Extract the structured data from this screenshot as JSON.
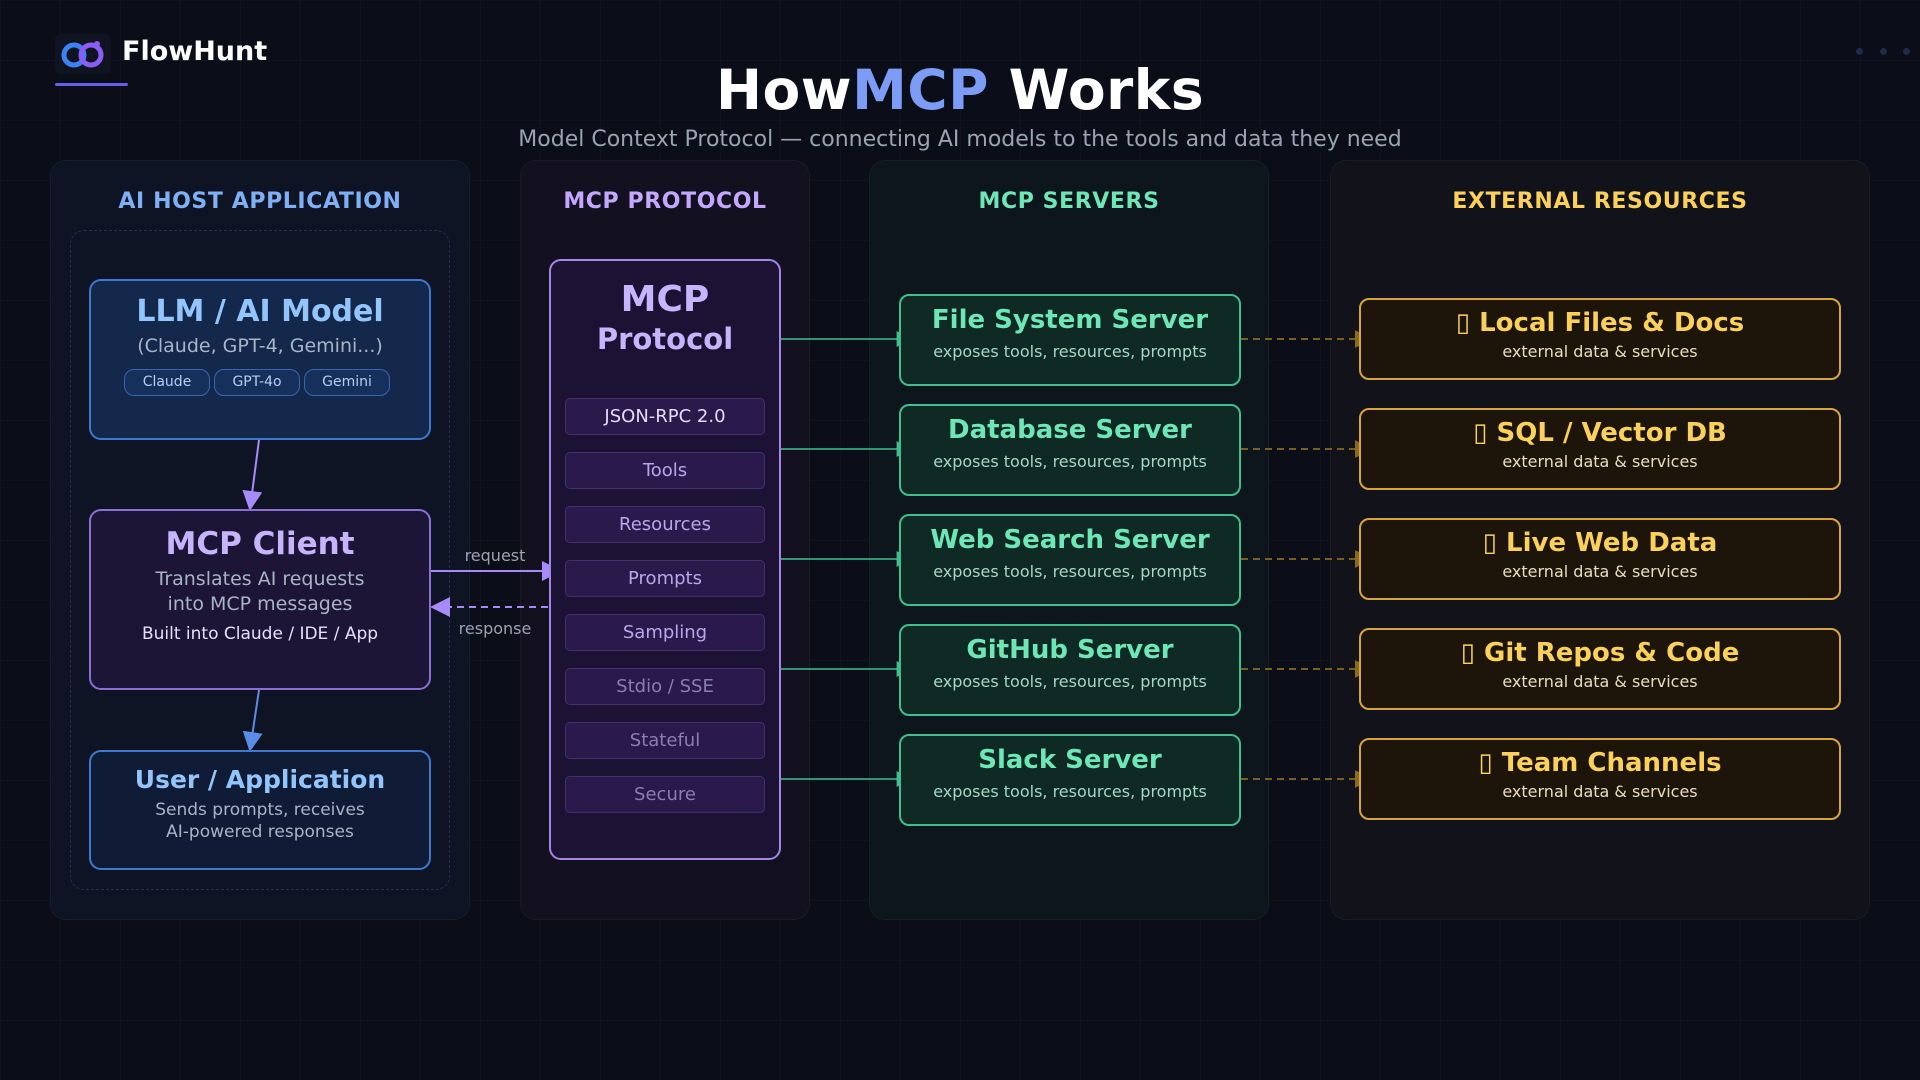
{
  "brand": {
    "name": "FlowHunt",
    "logo_icon": "flowhunt-logo-icon"
  },
  "header": {
    "title_pre": "How",
    "title_hl": "MCP",
    "title_post": " Works",
    "subtitle": "Model Context Protocol — connecting AI models to the tools and data they need"
  },
  "columns": {
    "host": "AI HOST APPLICATION",
    "protocol": "MCP PROTOCOL",
    "servers": "MCP SERVERS",
    "resources": "EXTERNAL RESOURCES"
  },
  "host": {
    "llm": {
      "title": "LLM / AI Model",
      "subtitle": "(Claude, GPT-4, Gemini...)",
      "chips": [
        "Claude",
        "GPT-4o",
        "Gemini"
      ]
    },
    "client": {
      "title": "MCP Client",
      "line1": "Translates AI requests",
      "line2": "into MCP messages",
      "line3": "Built into Claude / IDE / App"
    },
    "user": {
      "title": "User / Application",
      "line1": "Sends prompts, receives",
      "line2": "AI-powered responses"
    }
  },
  "arrows": {
    "request": "request",
    "response": "response"
  },
  "protocol": {
    "title1": "MCP",
    "title2": "Protocol",
    "items": [
      "JSON-RPC 2.0",
      "Tools",
      "Resources",
      "Prompts",
      "Sampling",
      "Stdio / SSE",
      "Stateful",
      "Secure"
    ]
  },
  "servers": [
    {
      "name": "File System Server",
      "desc": "exposes tools, resources, prompts"
    },
    {
      "name": "Database Server",
      "desc": "exposes tools, resources, prompts"
    },
    {
      "name": "Web Search Server",
      "desc": "exposes tools, resources, prompts"
    },
    {
      "name": "GitHub Server",
      "desc": "exposes tools, resources, prompts"
    },
    {
      "name": "Slack Server",
      "desc": "exposes tools, resources, prompts"
    }
  ],
  "resources": [
    {
      "name": "Local Files & Docs",
      "desc": "external data & services",
      "icon": "missing-glyph-icon"
    },
    {
      "name": "SQL / Vector DB",
      "desc": "external data & services",
      "icon": "missing-glyph-icon"
    },
    {
      "name": "Live Web Data",
      "desc": "external data & services",
      "icon": "missing-glyph-icon"
    },
    {
      "name": "Git Repos & Code",
      "desc": "external data & services",
      "icon": "missing-glyph-icon"
    },
    {
      "name": "Team Channels",
      "desc": "external data & services",
      "icon": "missing-glyph-icon"
    }
  ],
  "colors": {
    "background": "#0b0e19",
    "host_accent": "#7fb0f5",
    "protocol_accent": "#c4a8ff",
    "server_accent": "#6ee7b7",
    "resource_accent": "#fbd15a"
  }
}
